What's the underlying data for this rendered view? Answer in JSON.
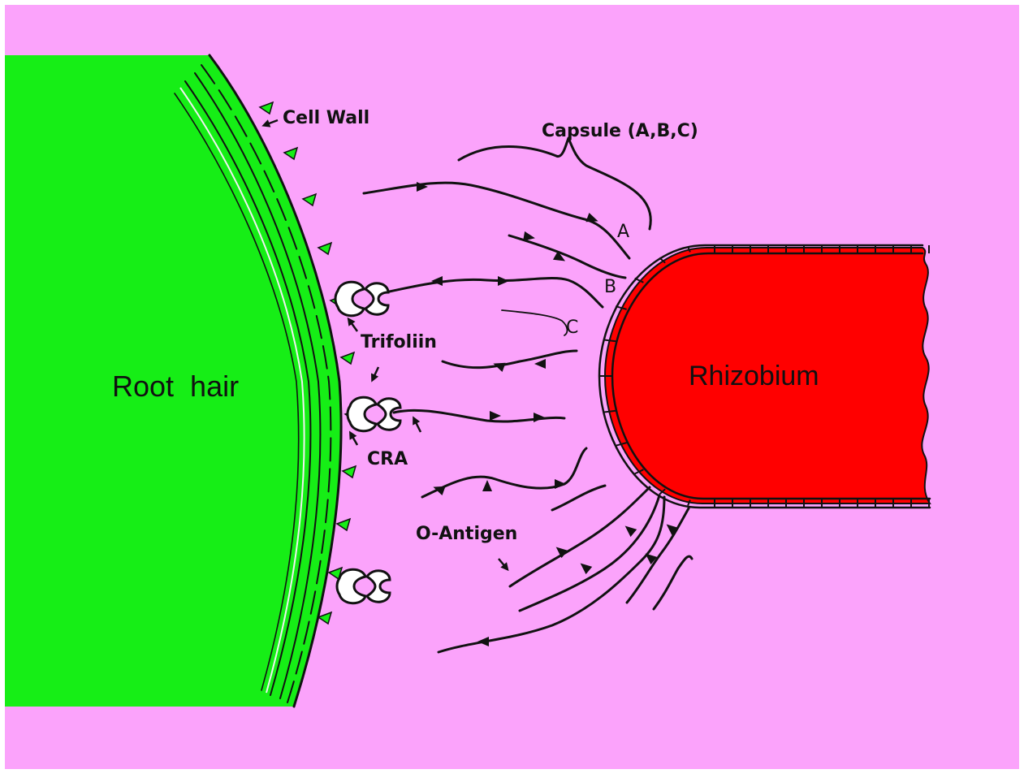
{
  "labels": {
    "cell_wall": "Cell Wall",
    "capsule": "Capsule (A,B,C)",
    "capsule_a": "A",
    "capsule_b": "B",
    "capsule_c": "C",
    "trifoliin": "Trifoliin",
    "cra": "CRA",
    "o_antigen": "O-Antigen",
    "root_hair": "Root  hair",
    "rhizobium": "Rhizobium"
  },
  "colors": {
    "page_background": "#ffffff",
    "panel_background": "#fba3fb",
    "root_hair_fill": "#16ee16",
    "rhizobium_fill": "#ff0000",
    "ink": "#111111"
  },
  "icons": {
    "receptor": "crescent-pair-receptor",
    "pointer": "small-arrowhead"
  }
}
